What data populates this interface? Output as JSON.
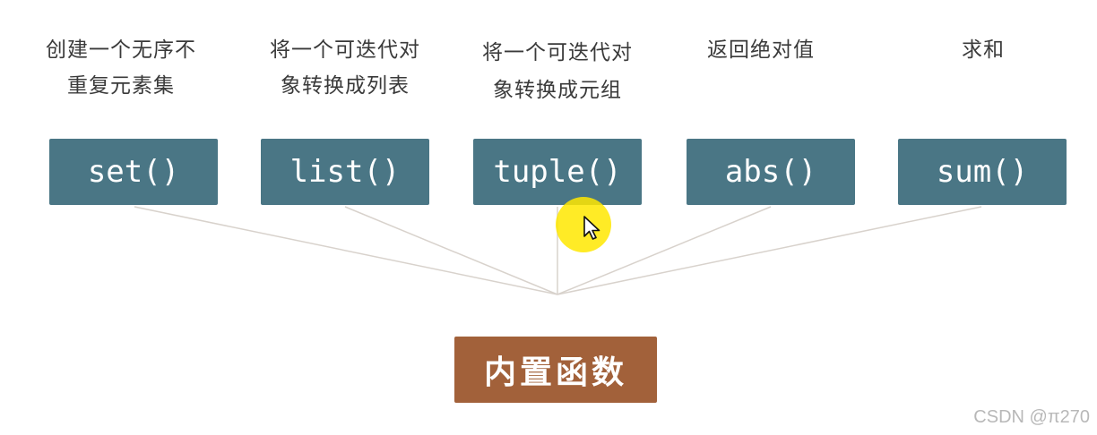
{
  "diagram": {
    "root": {
      "label": "内置函数"
    },
    "functions": [
      {
        "name": "set()",
        "description_lines": [
          "创建一个无序不",
          "重复元素集"
        ]
      },
      {
        "name": "list()",
        "description_lines": [
          "将一个可迭代对",
          "象转换成列表"
        ]
      },
      {
        "name": "tuple()",
        "description_lines": [
          "将一个可迭代对",
          "象转换成元组"
        ]
      },
      {
        "name": "abs()",
        "description_lines": [
          "返回绝对值"
        ]
      },
      {
        "name": "sum()",
        "description_lines": [
          "求和"
        ]
      }
    ]
  },
  "colors": {
    "function_box": "#4a7685",
    "root_box": "#a2613a",
    "connector": "#d8d2cc",
    "cursor_highlight": "#ffe800"
  },
  "watermark": "CSDN @π270"
}
